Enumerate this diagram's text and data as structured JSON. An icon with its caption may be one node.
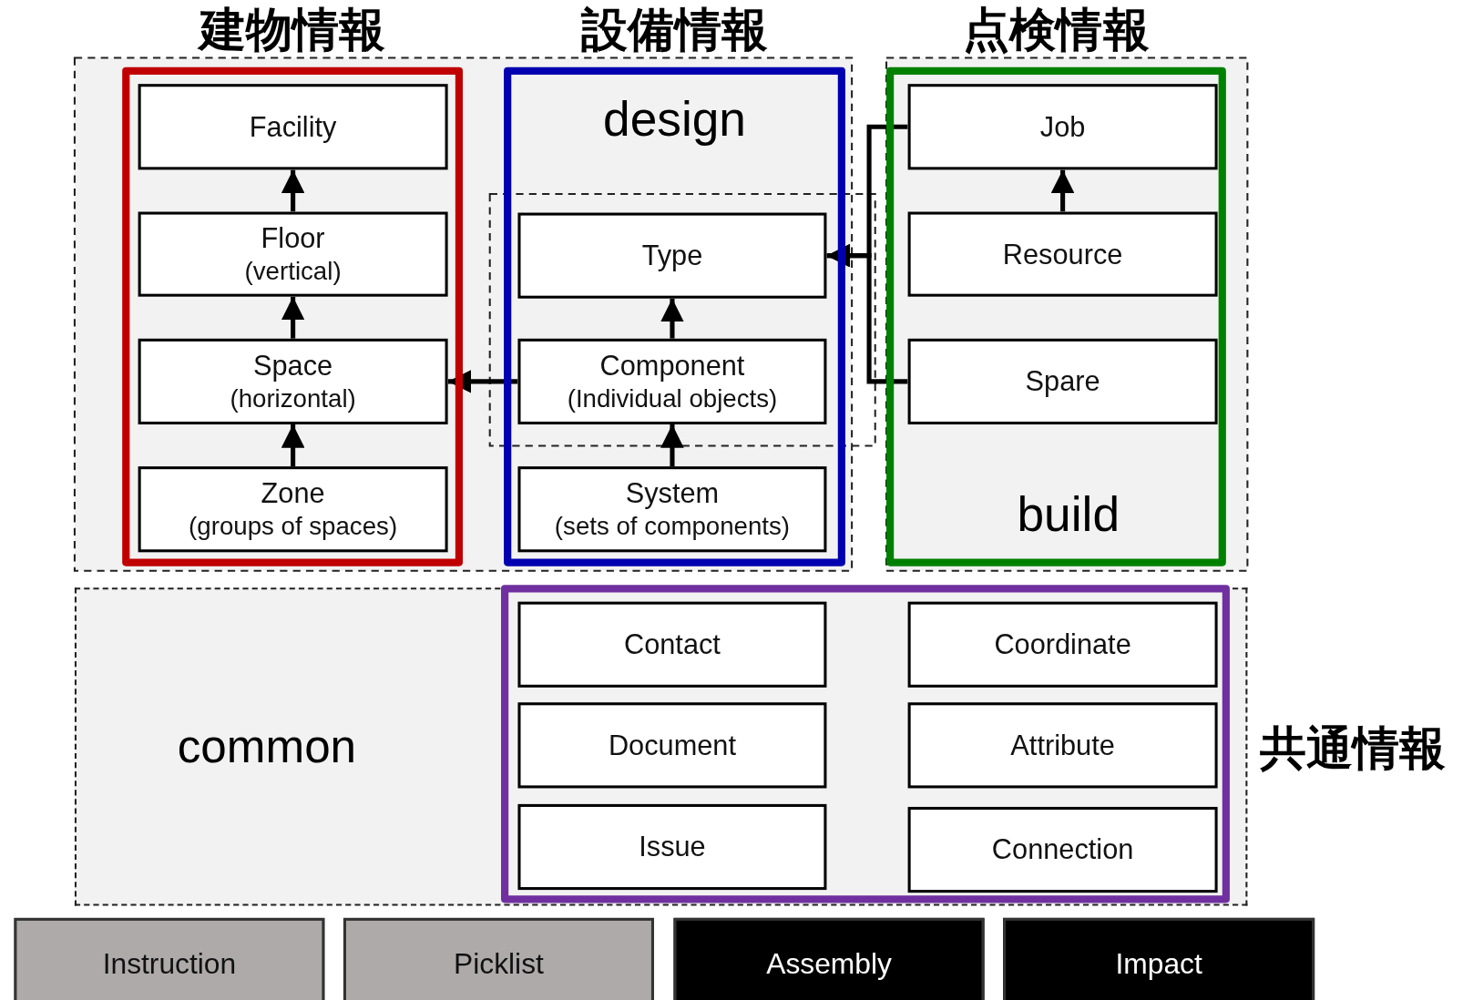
{
  "diagram": {
    "nodes": [
      {
        "text": [
          "建物情報"
        ]
      },
      {
        "text": [
          "Facility"
        ],
        "in": 0
      },
      {
        "text": [
          "Floor",
          "(vertical)"
        ],
        "in": 0
      },
      {
        "text": [
          "Space",
          "(horizontal)"
        ],
        "in": 0
      },
      {
        "text": [
          "Zone",
          "(groups of spaces)"
        ],
        "in": 0
      },
      {
        "text": [
          "設備情報",
          "design"
        ]
      },
      {
        "text": [
          "Type"
        ],
        "in": 5
      },
      {
        "text": [
          "Component",
          "(Individual objects)"
        ],
        "in": 5
      },
      {
        "text": [
          "System",
          "(sets of components)"
        ],
        "in": 5
      },
      {
        "text": [
          "点検情報",
          "build"
        ]
      },
      {
        "text": [
          "Job"
        ],
        "in": 9
      },
      {
        "text": [
          "Resource"
        ],
        "in": 9
      },
      {
        "text": [
          "Spare"
        ],
        "in": 9
      },
      {
        "text": [
          "common"
        ]
      },
      {
        "text": [
          "共通情報"
        ],
        "in": 13
      },
      {
        "text": [
          "Contact"
        ],
        "in": 14
      },
      {
        "text": [
          "Coordinate"
        ],
        "in": 14
      },
      {
        "text": [
          "Document"
        ],
        "in": 14
      },
      {
        "text": [
          "Attribute"
        ],
        "in": 14
      },
      {
        "text": [
          "Issue"
        ],
        "in": 14
      },
      {
        "text": [
          "Connection"
        ],
        "in": 14
      },
      {
        "text": [
          "Instruction"
        ]
      },
      {
        "text": [
          "Picklist"
        ]
      },
      {
        "text": [
          "Assembly"
        ]
      },
      {
        "text": [
          "Impact"
        ]
      }
    ],
    "edges": [
      {
        "from": 2,
        "to": 1,
        "arrow": "to"
      },
      {
        "from": 3,
        "to": 2,
        "arrow": "to"
      },
      {
        "from": 4,
        "to": 3,
        "arrow": "to"
      },
      {
        "from": 7,
        "to": 6,
        "arrow": "to"
      },
      {
        "from": 8,
        "to": 7,
        "arrow": "to"
      },
      {
        "from": 7,
        "to": 3,
        "arrow": "to"
      },
      {
        "from": 11,
        "to": 10,
        "arrow": "to"
      },
      {
        "from": 10,
        "to": 6,
        "arrow": "to"
      },
      {
        "from": 12,
        "to": 6,
        "arrow": "to"
      }
    ]
  }
}
